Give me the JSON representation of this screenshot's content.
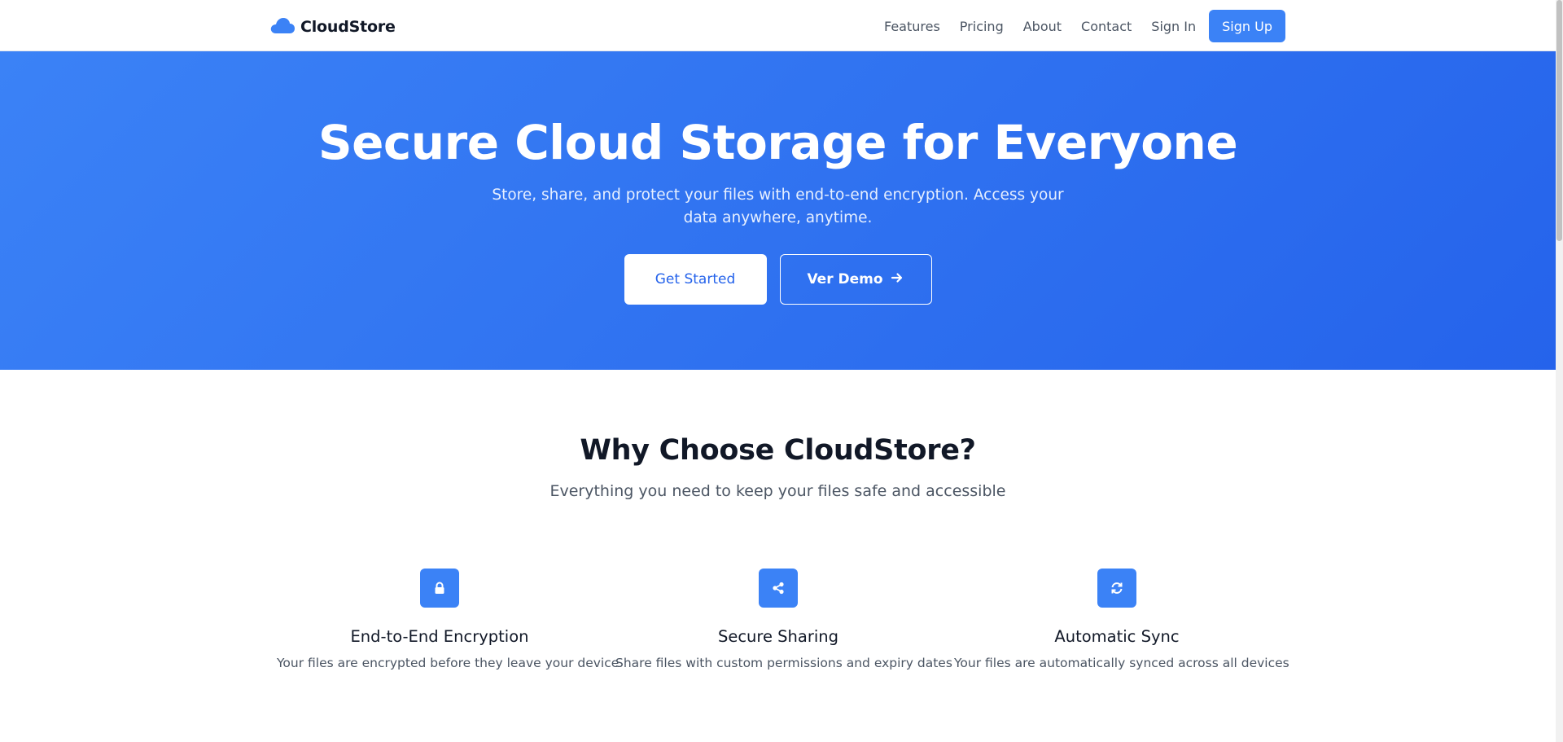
{
  "brand": {
    "name": "CloudStore",
    "icon": "cloud-icon",
    "color": "#3b82f6"
  },
  "nav": {
    "links": [
      "Features",
      "Pricing",
      "About",
      "Contact",
      "Sign In"
    ],
    "cta": "Sign Up"
  },
  "hero": {
    "title": "Secure Cloud Storage for Everyone",
    "subtitle": "Store, share, and protect your files with end-to-end encryption. Access your data anywhere, anytime.",
    "primary_button": "Get Started",
    "secondary_button": "Ver Demo",
    "secondary_icon": "arrow-right-icon",
    "gradient": [
      "#3b82f6",
      "#2563eb"
    ]
  },
  "features": {
    "title": "Why Choose CloudStore?",
    "subtitle": "Everything you need to keep your files safe and accessible",
    "items": [
      {
        "title": "End-to-End Encryption",
        "description": "Your files are encrypted before they leave your device",
        "icon": "lock-icon"
      },
      {
        "title": "Secure Sharing",
        "description": "Share files with custom permissions and expiry dates",
        "icon": "share-icon"
      },
      {
        "title": "Automatic Sync",
        "description": "Your files are automatically synced across all devices",
        "icon": "sync-icon"
      }
    ]
  },
  "colors": {
    "accent": "#3b82f6",
    "text_dark": "#111827",
    "text_muted": "#4b5563"
  }
}
